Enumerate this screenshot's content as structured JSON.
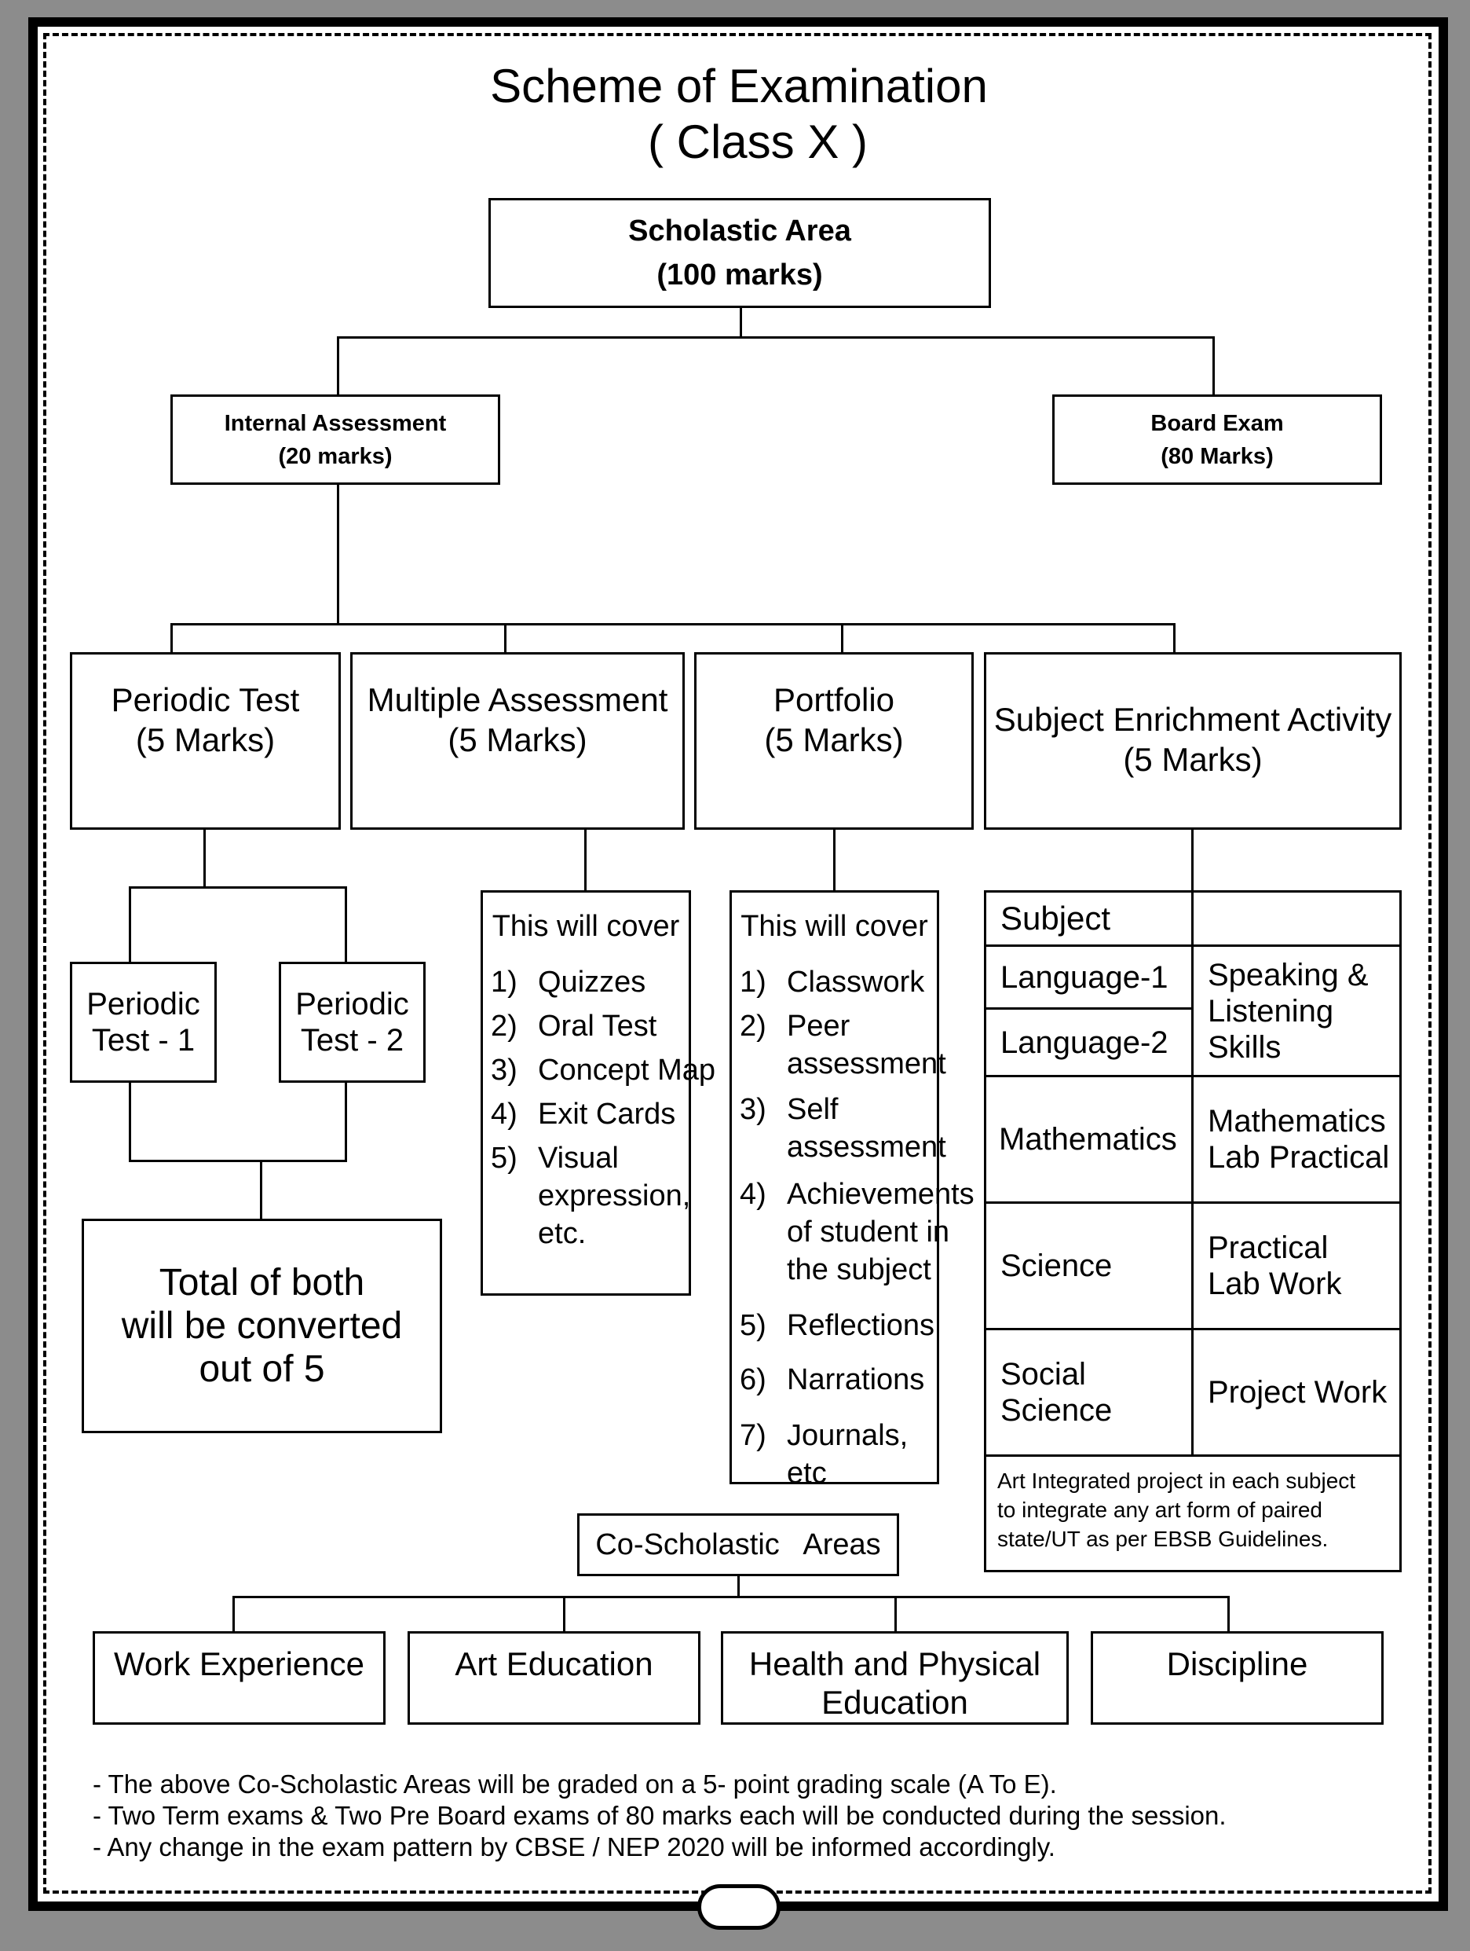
{
  "title": "Scheme of Examination",
  "subtitle": "( Class X )",
  "scholastic": {
    "line1": "Scholastic Area",
    "line2": "(100 marks)"
  },
  "internal": {
    "line1": "Internal Assessment",
    "line2": "(20 marks)"
  },
  "board": {
    "line1": "Board Exam",
    "line2": "(80 Marks)"
  },
  "components": [
    {
      "line1": "Periodic Test",
      "line2": "(5 Marks)"
    },
    {
      "line1": "Multiple Assessment",
      "line2": "(5 Marks)"
    },
    {
      "line1": "Portfolio",
      "line2": "(5 Marks)"
    },
    {
      "line1": "Subject Enrichment Activity",
      "line2": "(5 Marks)"
    }
  ],
  "periodic_tests": [
    {
      "line1": "Periodic",
      "line2": "Test - 1"
    },
    {
      "line1": "Periodic",
      "line2": "Test - 2"
    }
  ],
  "periodic_total": {
    "line1": "Total of both",
    "line2": "will be converted",
    "line3": "out of 5"
  },
  "multiple_assessment": {
    "heading": "This will cover",
    "items": [
      {
        "n": "1)",
        "t": "Quizzes"
      },
      {
        "n": "2)",
        "t": "Oral Test"
      },
      {
        "n": "3)",
        "t": "Concept Map"
      },
      {
        "n": "4)",
        "t": "Exit Cards"
      },
      {
        "n": "5)",
        "t": "Visual\nexpression,\netc."
      }
    ]
  },
  "portfolio": {
    "heading": "This will cover",
    "items": [
      {
        "n": "1)",
        "t": "Classwork"
      },
      {
        "n": "2)",
        "t": "Peer\nassessment"
      },
      {
        "n": "3)",
        "t": "Self\nassessment"
      },
      {
        "n": "4)",
        "t": "Achievements\nof student in\nthe subject"
      },
      {
        "n": "5)",
        "t": "Reflections"
      },
      {
        "n": "6)",
        "t": "Narrations"
      },
      {
        "n": "7)",
        "t": "Journals, etc"
      }
    ]
  },
  "enrichment_table": {
    "header_subject": "Subject",
    "language1": "Language-1",
    "language2": "Language-2",
    "language_activity": "Speaking &\nListening\nSkills",
    "maths": "Mathematics",
    "maths_activity": "Mathematics\nLab Practical",
    "science": "Science",
    "science_activity": "Practical\nLab Work",
    "social": "Social\nScience",
    "social_activity": "Project Work",
    "note": "Art Integrated project in each subject\nto integrate any art form of paired\nstate/UT as per EBSB Guidelines."
  },
  "co_scholastic": {
    "title": "Co-Scholastic   Areas",
    "areas": [
      "Work Experience",
      "Art Education",
      "Health and Physical\nEducation",
      "Discipline"
    ]
  },
  "notes": [
    "- The above Co-Scholastic Areas will be graded on a 5- point grading scale (A To E).",
    "- Two Term exams & Two Pre Board exams of 80 marks each will be conducted during the session.",
    "- Any change in the exam pattern by CBSE / NEP 2020 will be informed accordingly."
  ]
}
